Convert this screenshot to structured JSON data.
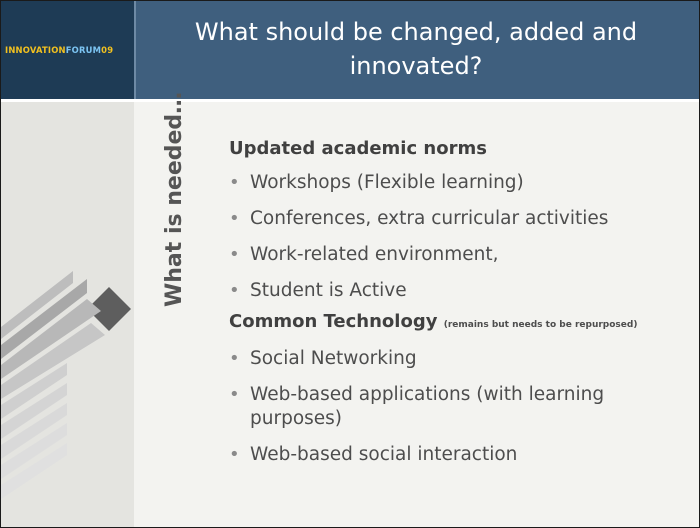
{
  "header": {
    "logo_part_1": "INNOVATION",
    "logo_part_2": "FORUM",
    "logo_part_3": "09",
    "title": "What should be changed, added and innovated?"
  },
  "side_label": "What is needed…",
  "sections": [
    {
      "heading": "Updated academic norms",
      "note": "",
      "items": [
        "Workshops (Flexible learning)",
        "Conferences, extra curricular activities",
        "Work-related environment,",
        "Student is Active"
      ]
    },
    {
      "heading": "Common Technology",
      "note": "(remains but needs to be repurposed)",
      "items": [
        "Social Networking",
        "Web-based applications (with learning purposes)",
        "Web-based social interaction"
      ]
    }
  ],
  "colors": {
    "header": "#3f5f7e",
    "logo_panel": "#1e3b55",
    "accent_gold": "#f2c11f",
    "accent_blue": "#7cc4f2"
  }
}
